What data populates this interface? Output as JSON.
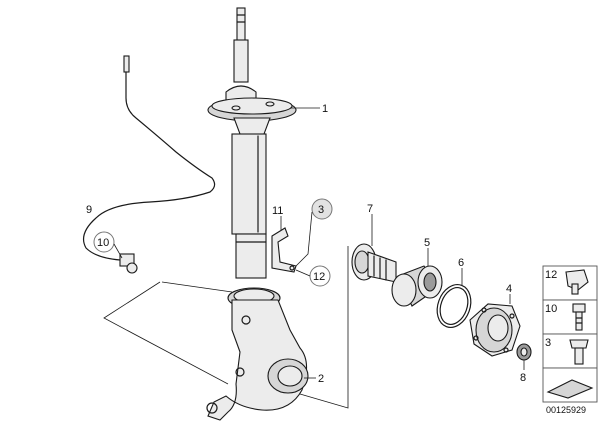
{
  "callouts": {
    "c1": "1",
    "c2": "2",
    "c3": "3",
    "c4": "4",
    "c5": "5",
    "c6": "6",
    "c7": "7",
    "c8": "8",
    "c9": "9",
    "c10": "10",
    "c11": "11",
    "c12": "12"
  },
  "legend": {
    "items": [
      "12",
      "10",
      "3",
      ""
    ]
  },
  "diagram_id": "00125929"
}
